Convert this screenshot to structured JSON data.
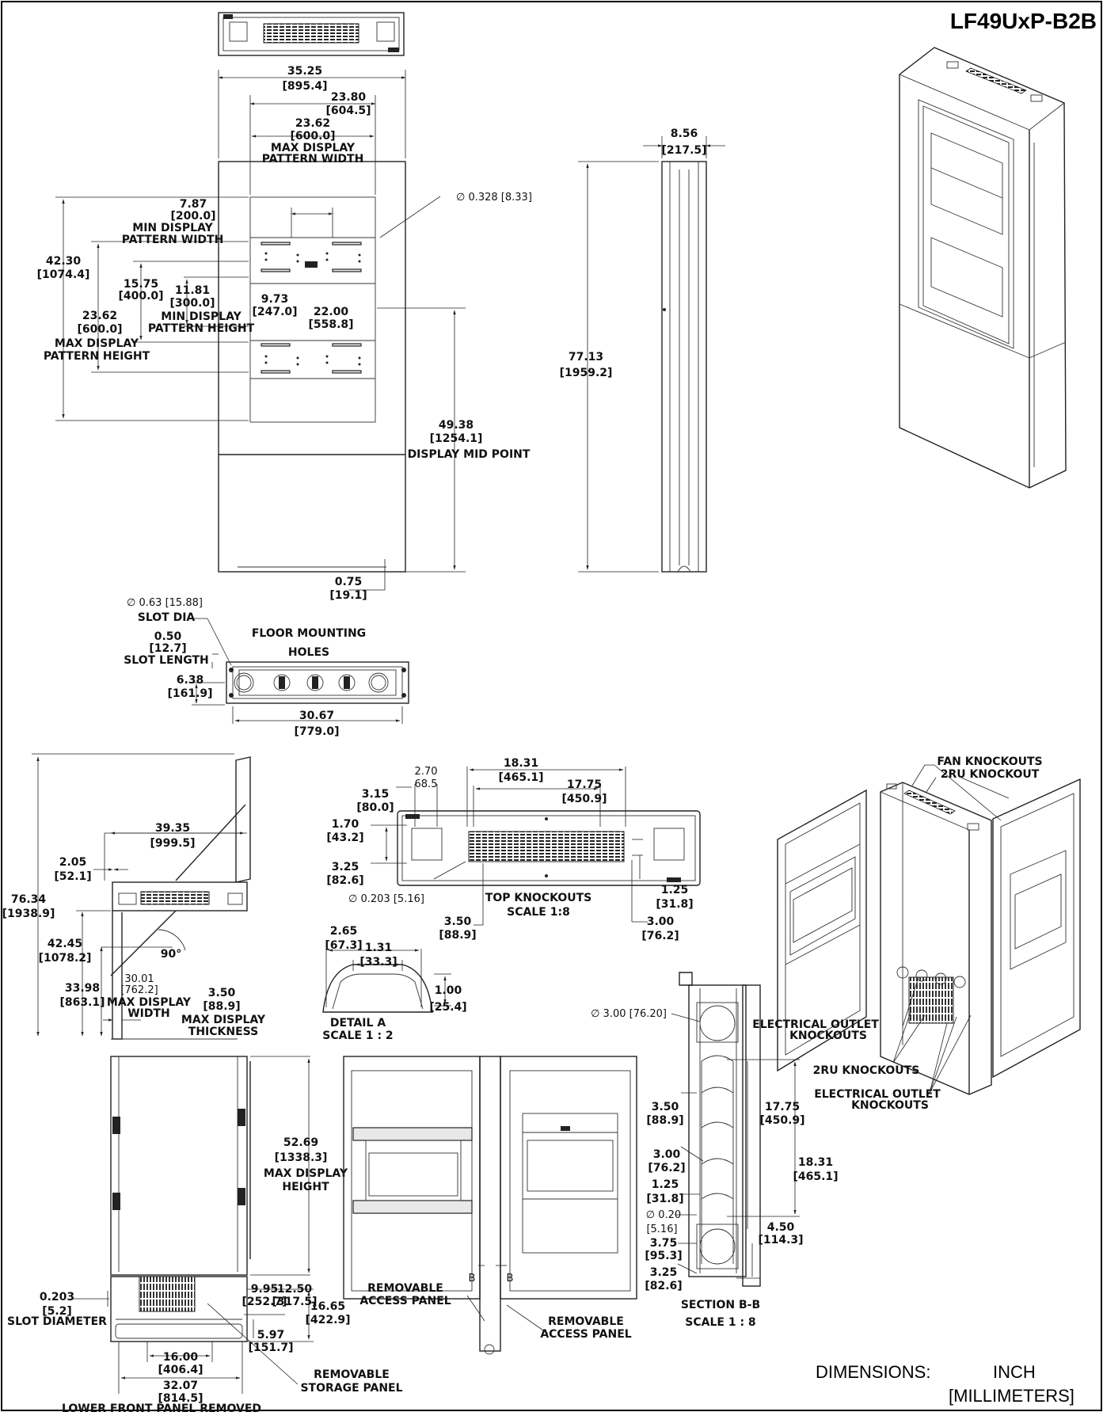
{
  "title": "LF49UxP-B2B",
  "legend": {
    "label": "DIMENSIONS:",
    "unit": "INCH",
    "unit_alt": "[MILLIMETERS]"
  },
  "front_view": {
    "overall_width": [
      "35.25",
      "[895.4]"
    ],
    "width_23_80": [
      "23.80",
      "[604.5]"
    ],
    "max_pattern_width": [
      "23.62",
      "[600.0]",
      "MAX DISPLAY",
      "PATTERN WIDTH"
    ],
    "min_pattern_width": [
      "7.87",
      "[200.0]",
      "MIN DISPLAY",
      "PATTERN WIDTH"
    ],
    "hole_dia": "∅ 0.328 [8.33]",
    "height_42_30": [
      "42.30",
      "[1074.4]"
    ],
    "height_15_75": [
      "15.75",
      "[400.0]"
    ],
    "min_pattern_height": [
      "11.81",
      "[300.0]",
      "MIN DISPLAY",
      "PATTERN HEIGHT"
    ],
    "dim_9_73": [
      "9.73",
      "[247.0]"
    ],
    "dim_22_00": [
      "22.00",
      "[558.8]"
    ],
    "max_pattern_height": [
      "23.62",
      "[600.0]",
      "MAX DISPLAY",
      "PATTERN HEIGHT"
    ],
    "mid_point": [
      "49.38",
      "[1254.1]",
      "DISPLAY MID POINT"
    ],
    "foot": [
      "0.75",
      "[19.1]"
    ]
  },
  "side_view": {
    "depth": [
      "8.56",
      "[217.5]"
    ],
    "height": [
      "77.13",
      "[1959.2]"
    ]
  },
  "floor": {
    "title_1": "FLOOR MOUNTING",
    "title_2": "HOLES",
    "slot_dia": [
      "∅ 0.63 [15.88]",
      "SLOT DIA"
    ],
    "slot_length": [
      "0.50",
      "[12.7]",
      "SLOT LENGTH"
    ],
    "dim_6_38": [
      "6.38",
      "[161.9]"
    ],
    "dim_30_67": [
      "30.67",
      "[779.0]"
    ]
  },
  "open_side": {
    "dim_39_35": [
      "39.35",
      "[999.5]"
    ],
    "dim_2_05": [
      "2.05",
      "[52.1]"
    ],
    "dim_76_34": [
      "76.34",
      "[1938.9]"
    ],
    "dim_42_45": [
      "42.45",
      "[1078.2]"
    ],
    "dim_33_98": [
      "33.98",
      "[863.1]"
    ],
    "angle": "90°",
    "dim_30_01": [
      "30.01",
      "[762.2]",
      "MAX DISPLAY",
      "WIDTH"
    ],
    "thickness": [
      "3.50",
      "[88.9]",
      "MAX DISPLAY",
      "THICKNESS"
    ]
  },
  "top_knockouts": {
    "dim_18_31": [
      "18.31",
      "[465.1]"
    ],
    "dim_2_70": [
      "2.70",
      "68.5"
    ],
    "dim_17_75": [
      "17.75",
      "[450.9]"
    ],
    "dim_3_15": [
      "3.15",
      "[80.0]"
    ],
    "dim_1_70": [
      "1.70",
      "[43.2]"
    ],
    "dim_3_25": [
      "3.25",
      "[82.6]"
    ],
    "hole": "∅ 0.203 [5.16]",
    "dim_3_50": [
      "3.50",
      "[88.9]"
    ],
    "title": [
      "TOP KNOCKOUTS",
      "SCALE 1:8"
    ],
    "dim_1_25": [
      "1.25",
      "[31.8]"
    ],
    "dim_3_00": [
      "3.00",
      "[76.2]"
    ]
  },
  "detail_a": {
    "dim_2_65": [
      "2.65",
      "[67.3]"
    ],
    "dim_1_31": [
      "1.31",
      "[33.3]"
    ],
    "dim_1_00": [
      "1.00",
      "[25.4]"
    ],
    "title": [
      "DETAIL A",
      "SCALE 1 : 2"
    ]
  },
  "open_iso": {
    "fan": "FAN KNOCKOUTS",
    "ru": "2RU KNOCKOUT",
    "elec_1": [
      "ELECTRICAL OUTLET",
      "KNOCKOUTS"
    ],
    "ru2": "2RU KNOCKOUTS",
    "elec_2": [
      "ELECTRICAL OUTLET",
      "KNOCKOUTS"
    ]
  },
  "section": {
    "dia": "∅ 3.00 [76.20]",
    "dim_3_50": [
      "3.50",
      "[88.9]"
    ],
    "dim_3_00": [
      "3.00",
      "[76.2]"
    ],
    "dim_1_25": [
      "1.25",
      "[31.8]"
    ],
    "dim_0_20": [
      "∅ 0.20",
      "[5.16]"
    ],
    "dim_3_75": [
      "3.75",
      "[95.3]"
    ],
    "dim_3_25": [
      "3.25",
      "[82.6]"
    ],
    "dim_17_75": [
      "17.75",
      "[450.9]"
    ],
    "dim_18_31": [
      "18.31",
      "[465.1]"
    ],
    "dim_4_50": [
      "4.50",
      "[114.3]"
    ],
    "title": [
      "SECTION B-B",
      "SCALE 1 : 8"
    ]
  },
  "lower_front": {
    "height": [
      "52.69",
      "[1338.3]",
      "MAX DISPLAY",
      "HEIGHT"
    ],
    "slot": [
      "0.203",
      "[5.2]",
      "SLOT DIAMETER"
    ],
    "dim_9_95": [
      "9.95",
      "[252.7]"
    ],
    "dim_12_50": [
      "12.50",
      "[317.5]"
    ],
    "dim_16_65": [
      "16.65",
      "[422.9]"
    ],
    "dim_5_97": [
      "5.97",
      "[151.7]"
    ],
    "dim_16_00": [
      "16.00",
      "[406.4]"
    ],
    "dim_32_07": [
      "32.07",
      "[814.5]"
    ],
    "caption": "LOWER FRONT PANEL REMOVED",
    "storage": [
      "REMOVABLE",
      "STORAGE PANEL"
    ]
  },
  "panels": {
    "left": [
      "REMOVABLE",
      "ACCESS PANEL"
    ],
    "right": [
      "REMOVABLE",
      "ACCESS PANEL"
    ],
    "b": "B"
  }
}
